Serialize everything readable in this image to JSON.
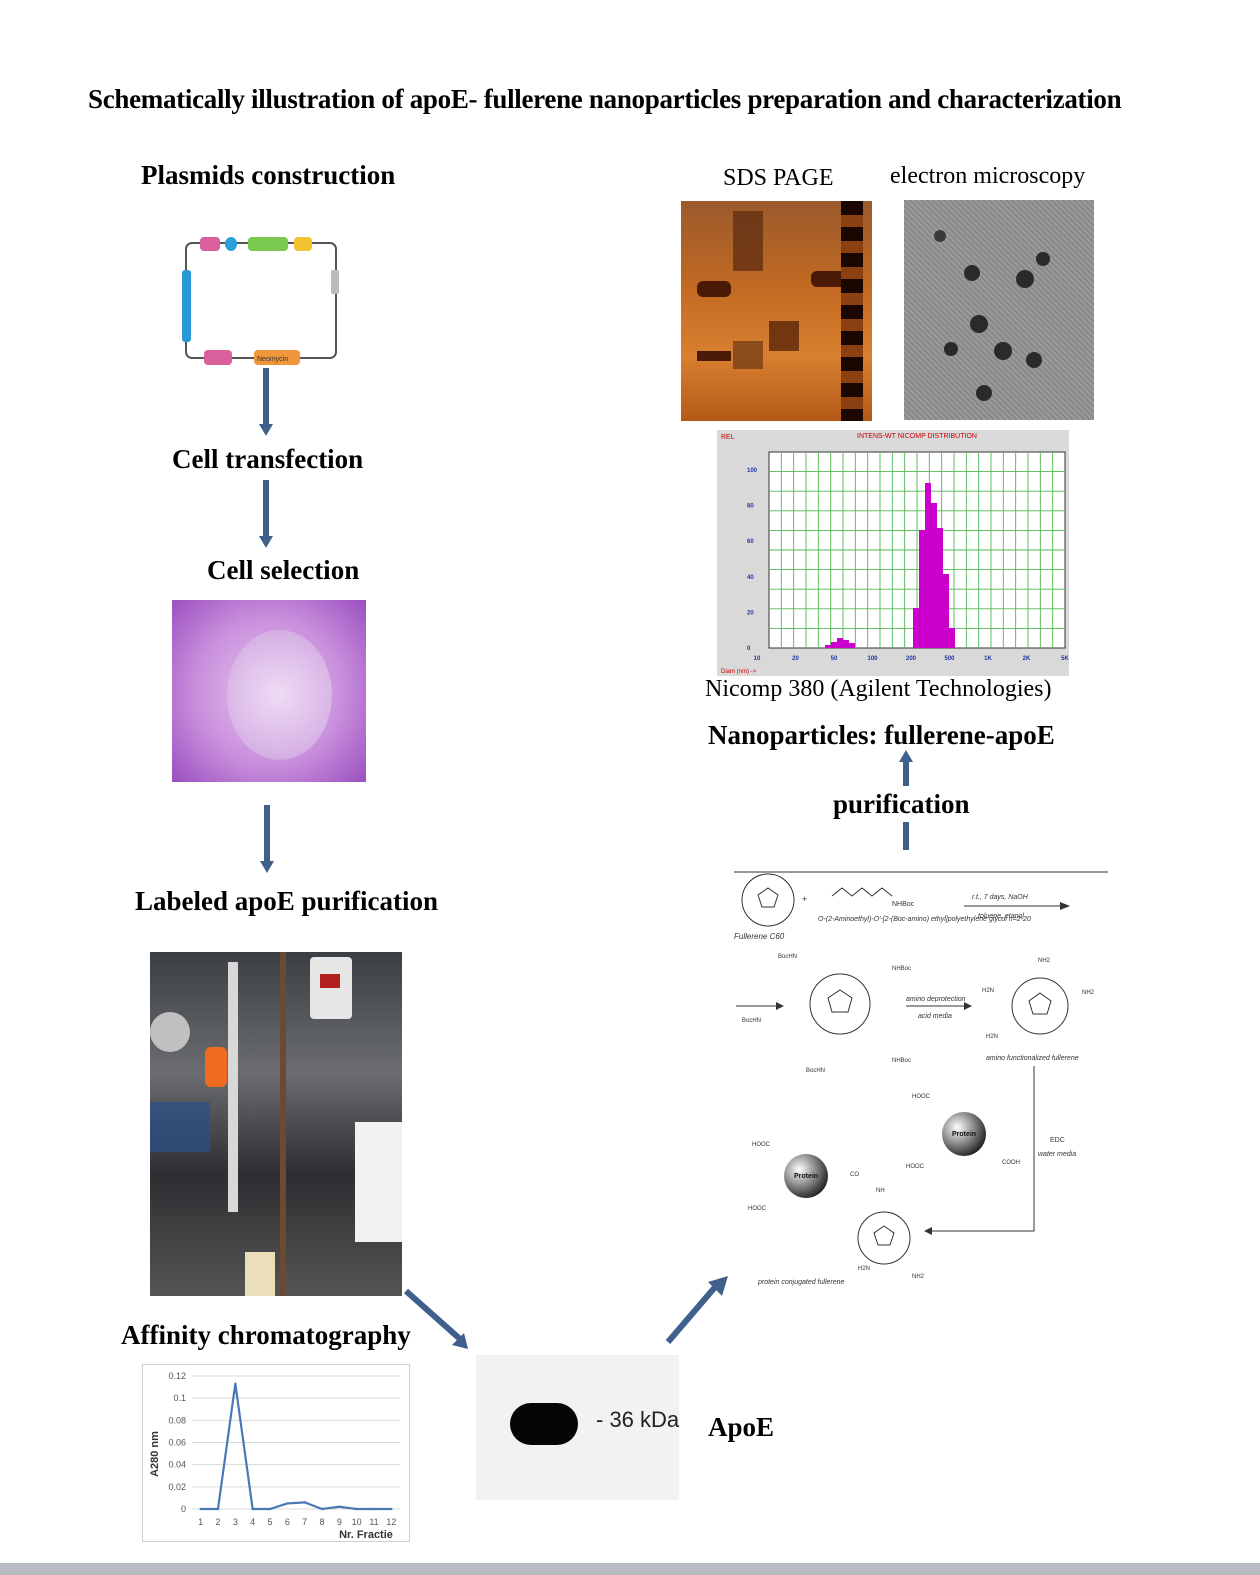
{
  "title": "Schematically illustration of apoE- fullerene nanoparticles preparation and characterization",
  "left_steps": {
    "plasmids": "Plasmids construction",
    "transfection": "Cell transfection",
    "selection": "Cell selection",
    "labeled": "Labeled apoE purification",
    "affinity": "Affinity chromatography"
  },
  "plasmid_labels": {
    "neomycin": "Neomycin"
  },
  "right_labels": {
    "sds": "SDS PAGE",
    "em": "electron microscopy",
    "nicomp": "Nicomp 380 (Agilent Technologies)",
    "nanoparticles": "Nanoparticles: fullerene-apoE",
    "purification": "purification",
    "apoe": "ApoE",
    "western_band": "- 36 kDa"
  },
  "nicomp_chart": {
    "title": "INTENS-WT NICOMP DISTRIBUTION",
    "corner": "REL",
    "xlabel": "Diam (nm) ->",
    "y_ticks": [
      "100",
      "80",
      "60",
      "40",
      "20",
      "0"
    ],
    "x_ticks": [
      "10",
      "20",
      "50",
      "100",
      "200",
      "500",
      "1K",
      "2K",
      "5K"
    ]
  },
  "chemistry": {
    "fullerene": "Fullerene C60",
    "peg_name": "O-(2-Aminoethyl)-O'-[2-(Boc-amino) ethyl]polyethylene glycol n=2-20",
    "conditions1": "r.t., 7 days, NaOH",
    "conditions1b": "toluene, etanol",
    "deprotect": "amino deprotection",
    "deprotect_b": "acid media",
    "amino_ful": "amino functionalized fullerene",
    "edc": "EDC",
    "edc_b": "water media",
    "protein": "Protein",
    "conj": "protein conjugated fullerene",
    "nh2": "NH2",
    "h2n": "H2N",
    "nhboc": "NHBoc",
    "bochn": "BocHN",
    "hooc": "HOOC",
    "cooh": "COOH",
    "nh": "NH",
    "co": "CO"
  },
  "chart_data": {
    "type": "line",
    "ylabel": "A280 nm",
    "xlabel": "Nr. Fractie",
    "categories": [
      "1",
      "2",
      "3",
      "4",
      "5",
      "6",
      "7",
      "8",
      "9",
      "10",
      "11",
      "12"
    ],
    "values": [
      0,
      0,
      0.113,
      0,
      0,
      0.005,
      0.006,
      0,
      0.002,
      0,
      0,
      0
    ],
    "ylim": [
      0,
      0.12
    ],
    "y_ticks": [
      "0.12",
      "0.1",
      "0.08",
      "0.06",
      "0.04",
      "0.02",
      "0"
    ],
    "grid": true,
    "color": "#4a78b5"
  }
}
